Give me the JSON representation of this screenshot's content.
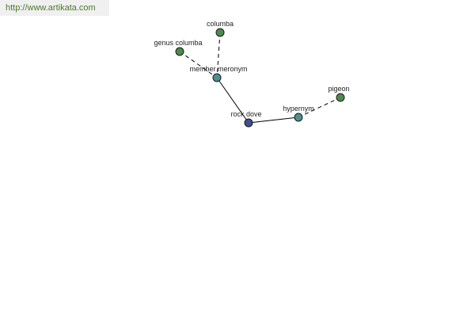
{
  "banner": {
    "url_text": "http://www.artikata.com"
  },
  "graph": {
    "colors": {
      "leaf": "#4e8a4e",
      "relation": "#4f8f8f",
      "root": "#3f4f8f",
      "url_text": "#4a7a2a"
    },
    "nodes": [
      {
        "id": "columba",
        "label": "columba",
        "kind": "leaf"
      },
      {
        "id": "genus-columba",
        "label": "genus columba",
        "kind": "leaf"
      },
      {
        "id": "member-meronym",
        "label": "member meronym",
        "kind": "relation"
      },
      {
        "id": "rock-dove",
        "label": "rock dove",
        "kind": "root"
      },
      {
        "id": "hypernym",
        "label": "hypernym",
        "kind": "relation"
      },
      {
        "id": "pigeon",
        "label": "pigeon",
        "kind": "leaf"
      }
    ],
    "edges": [
      {
        "from": "columba",
        "to": "member-meronym",
        "style": "dashed"
      },
      {
        "from": "genus-columba",
        "to": "member-meronym",
        "style": "dashed"
      },
      {
        "from": "member-meronym",
        "to": "rock-dove",
        "style": "solid"
      },
      {
        "from": "rock-dove",
        "to": "hypernym",
        "style": "solid"
      },
      {
        "from": "hypernym",
        "to": "pigeon",
        "style": "dashed"
      }
    ]
  }
}
